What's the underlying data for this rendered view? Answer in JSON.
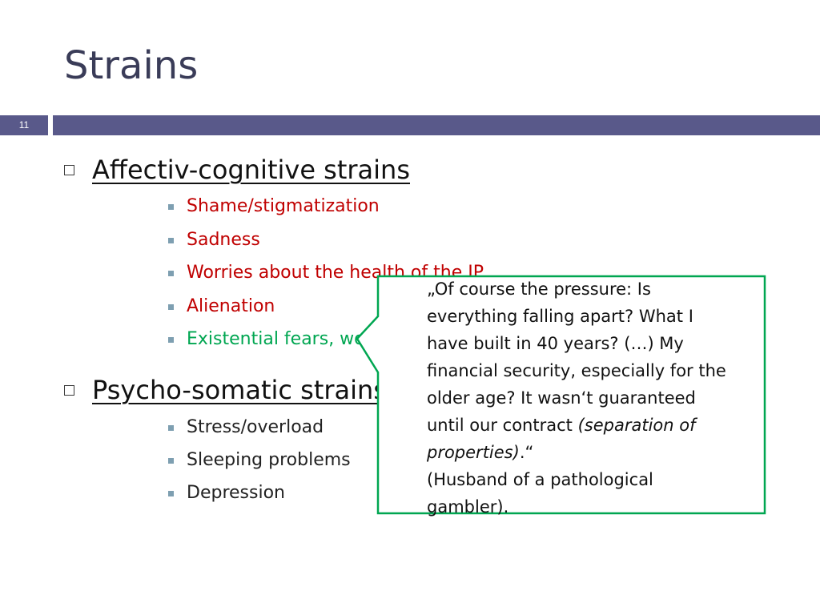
{
  "slide": {
    "title": "Strains",
    "number": "11"
  },
  "sections": [
    {
      "heading": "Affectiv-cognitive strains",
      "items": [
        {
          "text": "Shame/stigmatization",
          "color": "#c00000"
        },
        {
          "text": "Sadness",
          "color": "#c00000"
        },
        {
          "text": "Worries about the health of the IP",
          "color": "#c00000"
        },
        {
          "text": "Alienation",
          "color": "#c00000"
        },
        {
          "text": "Existential fears, worries about the future",
          "color": "#00a651"
        }
      ]
    },
    {
      "heading": "Psycho-somatic strains",
      "items": [
        {
          "text": "Stress/overload",
          "color": "#222222"
        },
        {
          "text": "Sleeping problems",
          "color": "#222222"
        },
        {
          "text": "Depression",
          "color": "#222222"
        }
      ]
    }
  ],
  "callout": {
    "lines": [
      "„Of course the pressure: Is",
      "everything falling apart? What I",
      "have built in 40 years? (…) My",
      "financial security, especially for the",
      "older age? It wasn‘t guaranteed",
      "until our contract",
      "(separation of",
      "properties)",
      ".“",
      "(Husband of a pathological",
      "gambler)."
    ],
    "border_color": "#00a651"
  },
  "colors": {
    "title": "#3a3c58",
    "bar": "#59598a",
    "bullet": "#7e9fb1"
  }
}
